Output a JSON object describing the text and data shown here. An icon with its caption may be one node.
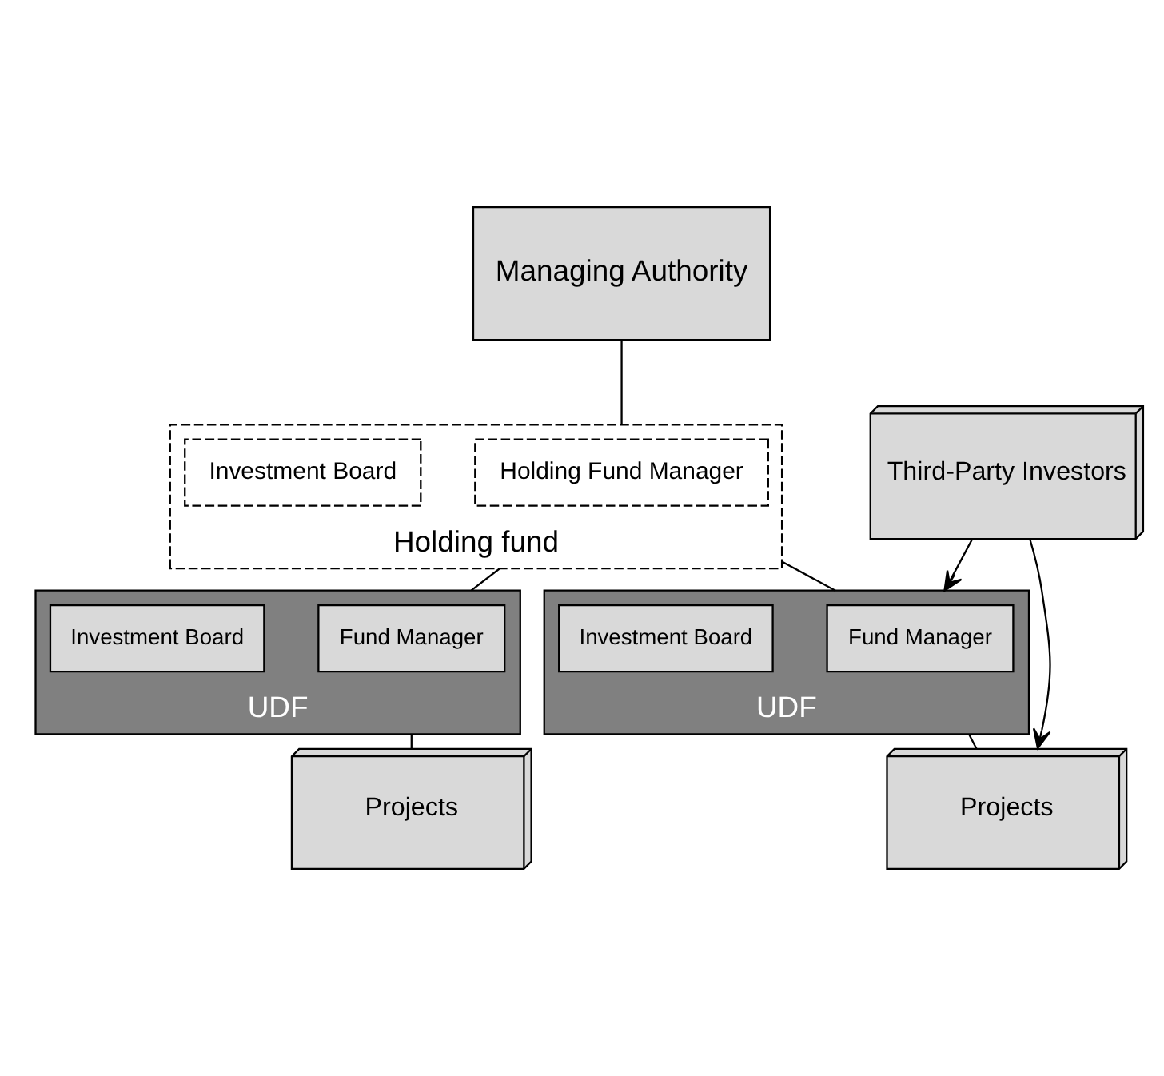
{
  "diagram": {
    "nodes": [
      {
        "text": [
          "Managing Authority"
        ]
      },
      {
        "text": [
          "Holding fund"
        ]
      },
      {
        "text": [
          "Holding Fund Manager"
        ],
        "in": 1
      },
      {
        "text": [
          "Investment Board"
        ],
        "in": 1
      },
      {
        "text": [
          "UDF"
        ]
      },
      {
        "text": [
          "Fund Manager"
        ],
        "in": 4
      },
      {
        "text": [
          "Investment Board"
        ],
        "in": 4
      },
      {
        "text": [
          "UDF"
        ]
      },
      {
        "text": [
          "Fund Manager"
        ],
        "in": 7
      },
      {
        "text": [
          "Investment Board"
        ],
        "in": 7
      },
      {
        "text": [
          "Third-Party Investors"
        ]
      },
      {
        "text": [
          "Projects"
        ]
      },
      {
        "text": [
          "Projects"
        ]
      }
    ],
    "edges": [
      {
        "from": 0,
        "to": 1,
        "arrow": "none"
      },
      {
        "from": 1,
        "to": 4,
        "arrow": "none"
      },
      {
        "from": 1,
        "to": 7,
        "arrow": "none"
      },
      {
        "from": 4,
        "to": 11,
        "arrow": "none"
      },
      {
        "from": 7,
        "to": 12,
        "arrow": "none"
      },
      {
        "from": 10,
        "to": 4,
        "arrow": "to"
      },
      {
        "from": 10,
        "to": 11,
        "arrow": "to"
      }
    ]
  }
}
